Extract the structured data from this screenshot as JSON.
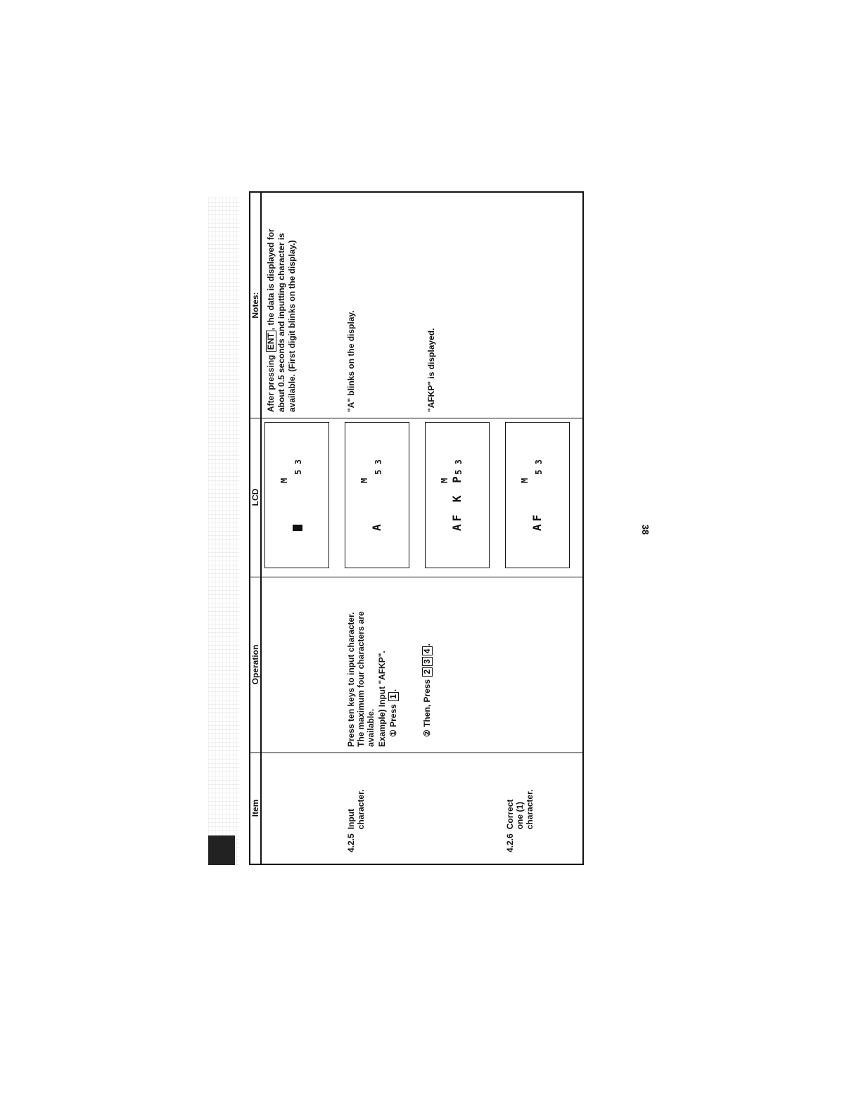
{
  "table": {
    "headers": {
      "item": "Item",
      "operation": "Operation",
      "lcd": "LCD",
      "notes": "Notes:"
    },
    "rows": [
      {
        "operation": "",
        "lcd": {
          "chars": "█",
          "m": "M",
          "n": "5 3"
        },
        "notes": {
          "line1_pre": "After pressing ",
          "key": "ENT",
          "line1_post": ", the data is displayed for",
          "line2": "about 0.5 seconds and inputting character is",
          "line3": "available.  (First digit blinks on the display.)"
        }
      },
      {
        "item_num": "4.2.5",
        "item_text": "Input\ncharacter.",
        "operation": {
          "text": "Press ten keys to input character.\nThe maximum four characters are\navailable.",
          "example": "Example)  Input \"AFKP\".",
          "step1_pre": "① Press ",
          "step1_key": "1",
          "step1_post": ".",
          "step2_pre": "② Then, Press ",
          "step2_keys": [
            "2",
            "3",
            "4"
          ],
          "step2_post": "."
        },
        "lcd": {
          "chars": "A",
          "m": "M",
          "n": "5 3"
        },
        "notes": "\"A\" blinks on the display."
      },
      {
        "lcd": {
          "chars": "AF K P",
          "m": "M",
          "n": "5 3"
        },
        "notes": "\"AFKP\" is displayed."
      },
      {
        "item_num": "4.2.6",
        "item_text": "Correct\none (1)\ncharacter.",
        "lcd": {
          "chars": "AF",
          "m": "M",
          "n": "5 3"
        }
      }
    ]
  },
  "page_number": "38"
}
